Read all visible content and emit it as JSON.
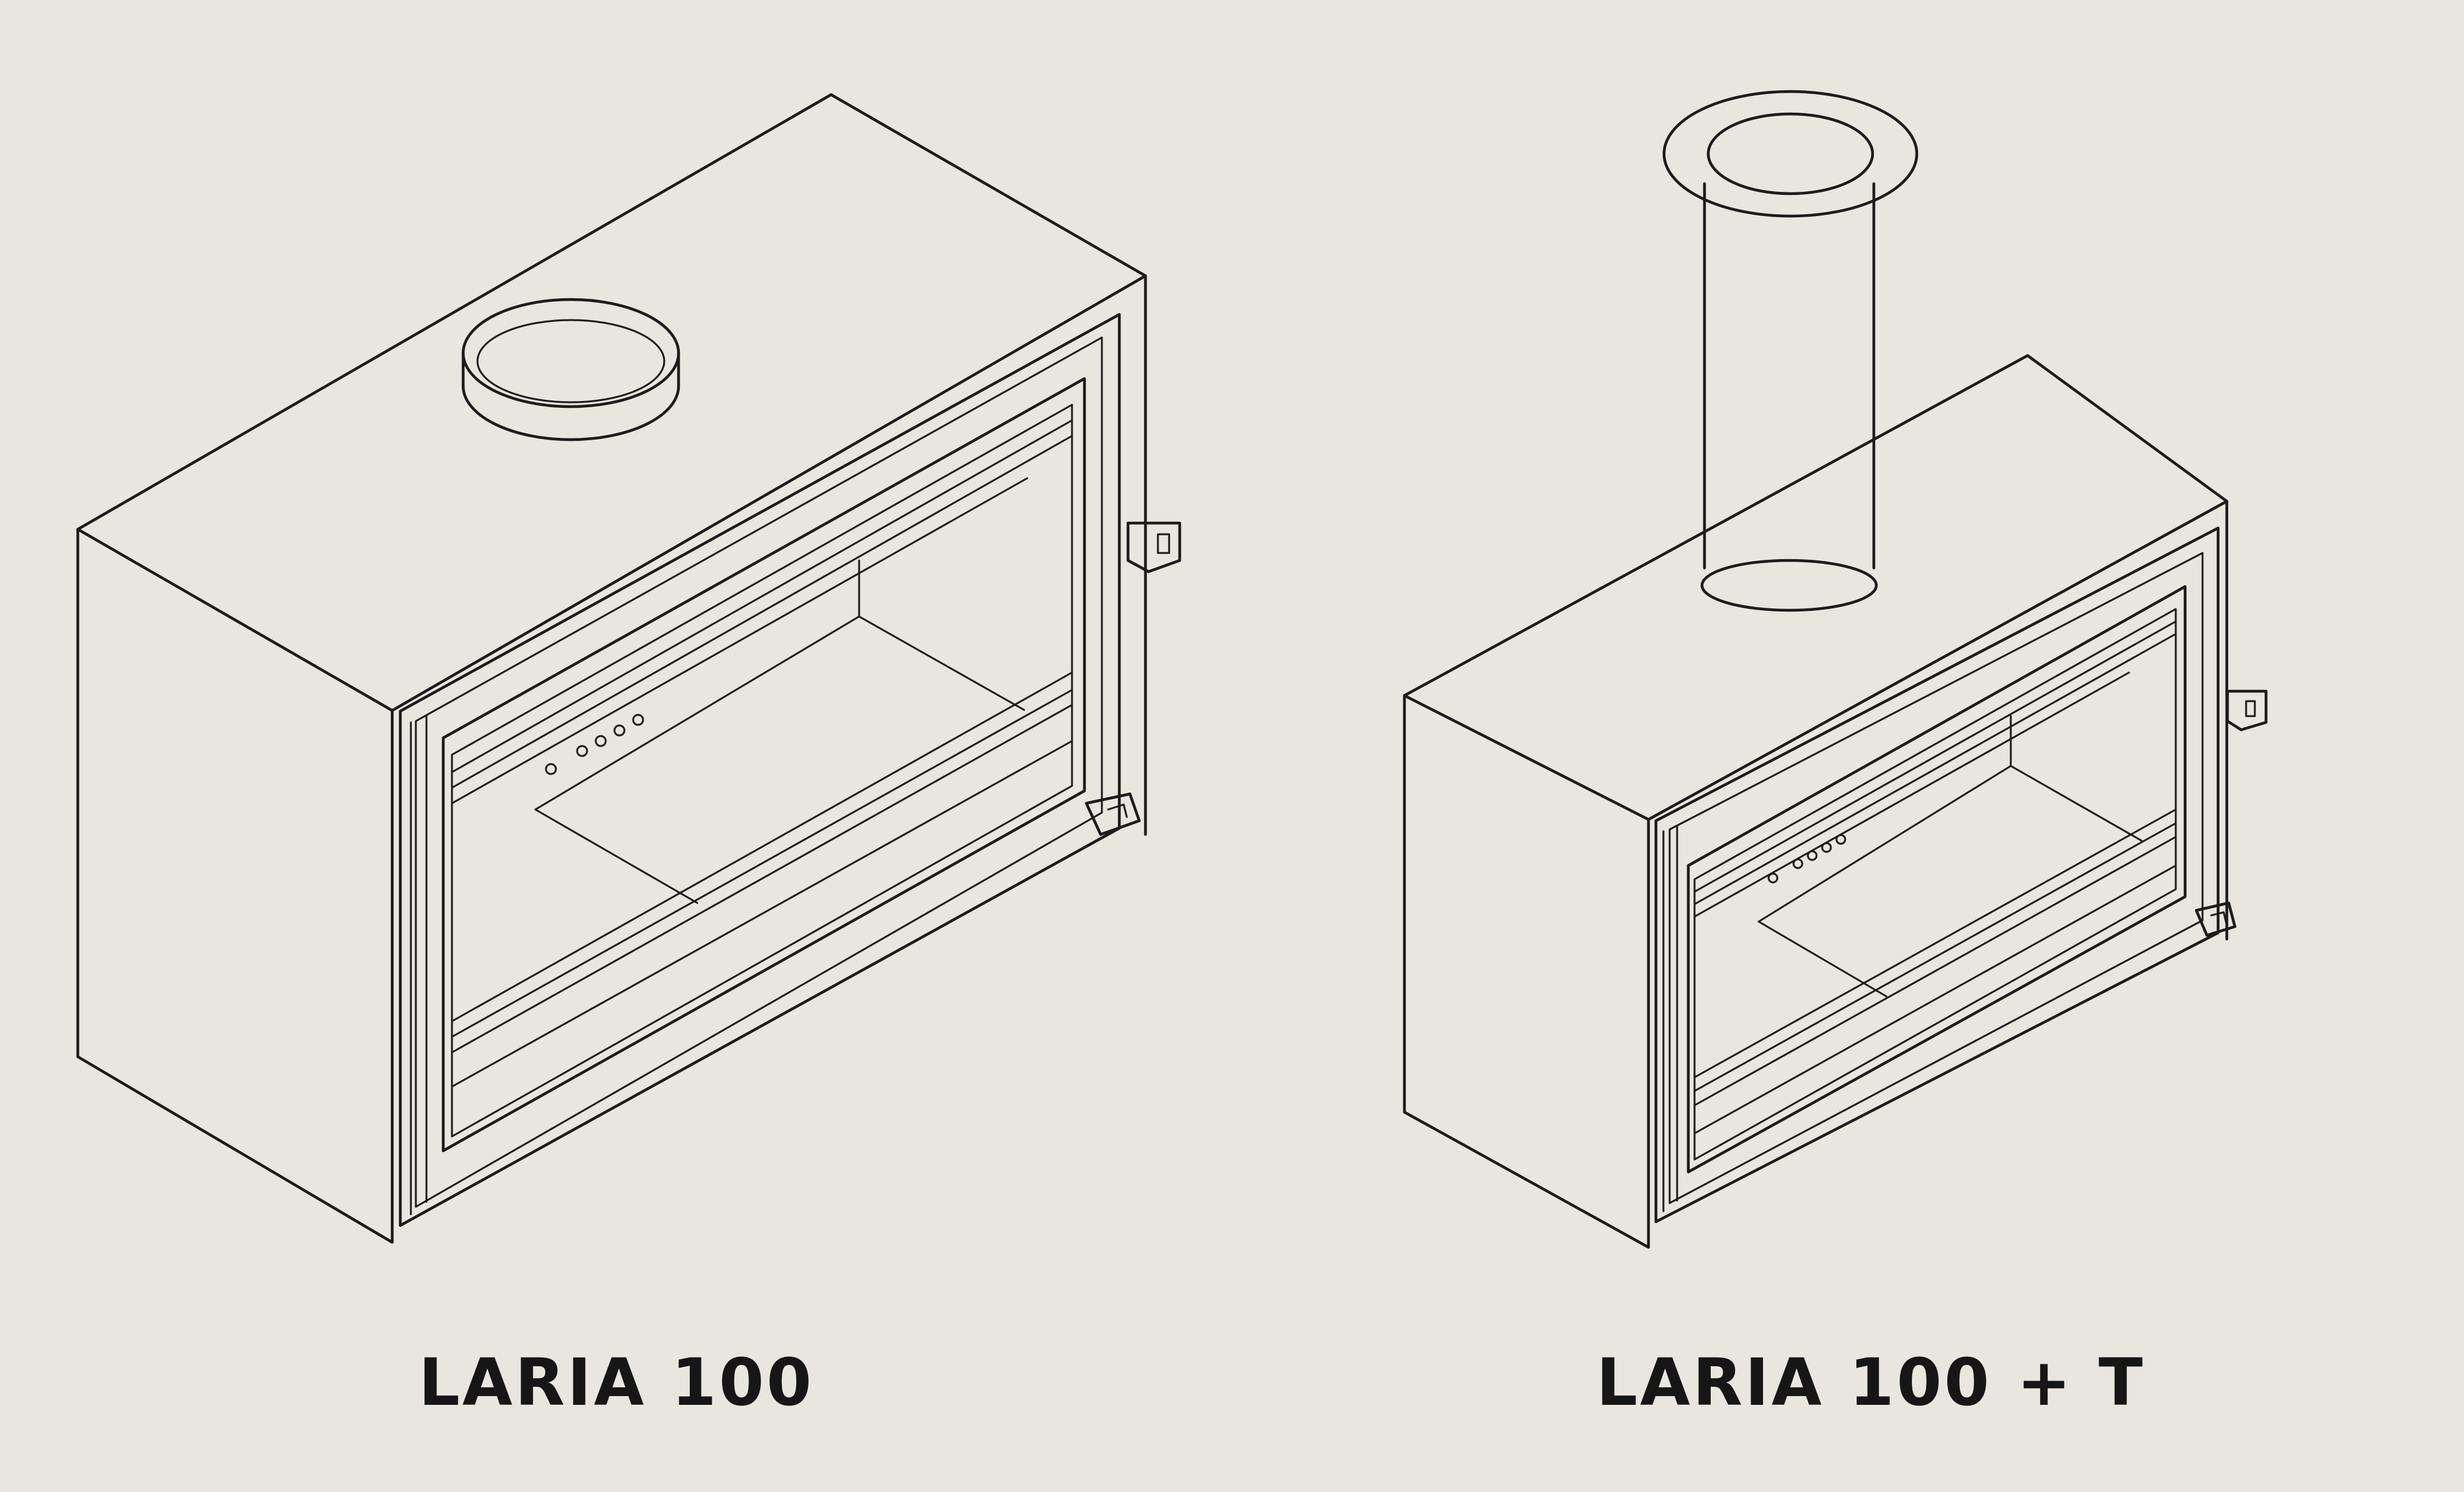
{
  "products": [
    {
      "name": "LARIA 100",
      "variant": "without-flue"
    },
    {
      "name": "LARIA 100 + T",
      "variant": "with-flue"
    }
  ],
  "colors": {
    "background": "#e9e6df",
    "line": "#1c1c1c",
    "text": "#161616"
  }
}
